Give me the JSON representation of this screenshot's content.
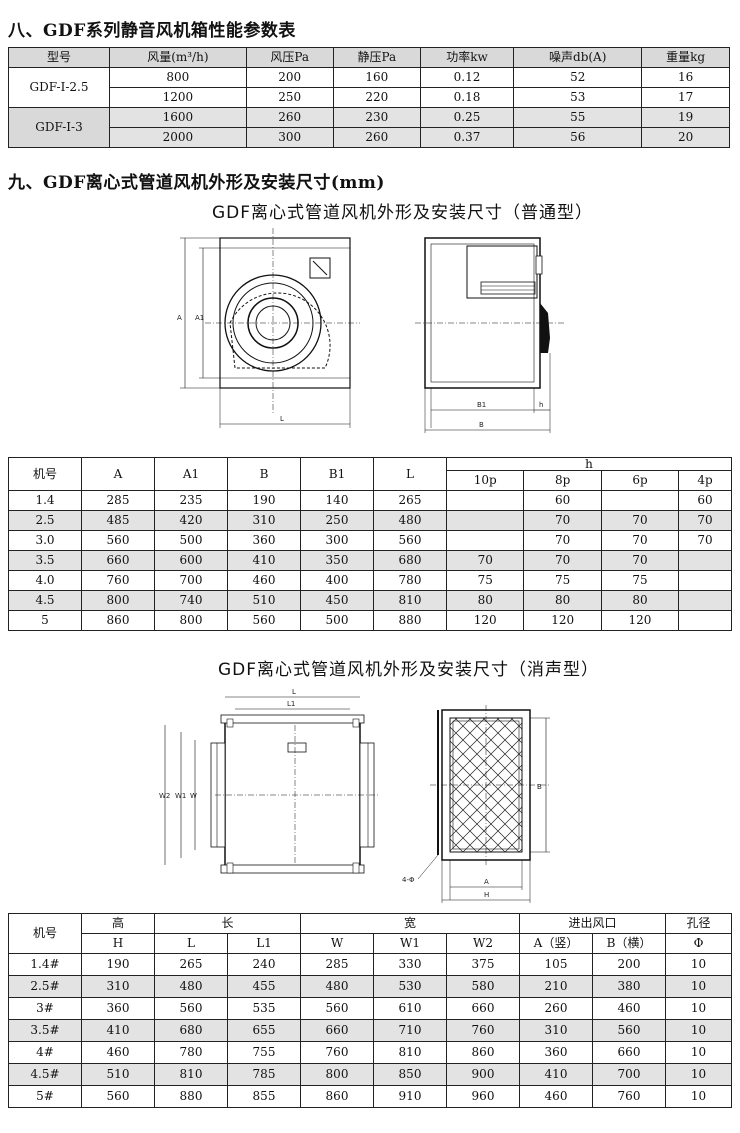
{
  "section8": {
    "title": "八、GDF系列静音风机箱性能参数表",
    "headers": [
      "型号",
      "风量(m³/h)",
      "风压Pa",
      "静压Pa",
      "功率kw",
      "噪声db(A)",
      "重量kg"
    ],
    "groups": [
      {
        "model": "GDF-I-2.5",
        "rows": [
          [
            "800",
            "200",
            "160",
            "0.12",
            "52",
            "16"
          ],
          [
            "1200",
            "250",
            "220",
            "0.18",
            "53",
            "17"
          ]
        ]
      },
      {
        "model": "GDF-I-3",
        "rows": [
          [
            "1600",
            "260",
            "230",
            "0.25",
            "55",
            "19"
          ],
          [
            "2000",
            "300",
            "260",
            "0.37",
            "56",
            "20"
          ]
        ]
      }
    ]
  },
  "section9": {
    "title": "九、GDF离心式管道风机外形及安装尺寸(mm)",
    "caption_normal": "GDF离心式管道风机外形及安装尺寸（普通型）",
    "caption_silent": "GDF离心式管道风机外形及安装尺寸（消声型）",
    "diagram_normal_labels": {
      "a": "A",
      "a1": "A1",
      "l": "L",
      "b1": "B1",
      "b": "B",
      "h": "h"
    },
    "diagram_silent_labels": {
      "l": "L",
      "l1": "L1",
      "w2": "W2",
      "w1": "W1",
      "w": "W",
      "h": "H",
      "a": "A",
      "b": "B",
      "hole": "4-Φ"
    },
    "table_normal": {
      "headers": [
        "机号",
        "A",
        "A1",
        "B",
        "B1",
        "L",
        "h"
      ],
      "h_sub": [
        "10p",
        "8p",
        "6p",
        "4p"
      ],
      "rows": [
        [
          "1.4",
          "285",
          "235",
          "190",
          "140",
          "265",
          "",
          "60",
          "",
          "60"
        ],
        [
          "2.5",
          "485",
          "420",
          "310",
          "250",
          "480",
          "",
          "70",
          "70",
          "70"
        ],
        [
          "3.0",
          "560",
          "500",
          "360",
          "300",
          "560",
          "",
          "70",
          "70",
          "70"
        ],
        [
          "3.5",
          "660",
          "600",
          "410",
          "350",
          "680",
          "70",
          "70",
          "70",
          ""
        ],
        [
          "4.0",
          "760",
          "700",
          "460",
          "400",
          "780",
          "75",
          "75",
          "75",
          ""
        ],
        [
          "4.5",
          "800",
          "740",
          "510",
          "450",
          "810",
          "80",
          "80",
          "80",
          ""
        ],
        [
          "5",
          "860",
          "800",
          "560",
          "500",
          "880",
          "120",
          "120",
          "120",
          ""
        ]
      ]
    },
    "table_silent": {
      "top": [
        "机号",
        "高",
        "长",
        "宽",
        "进出风口",
        "孔径"
      ],
      "sub": [
        "H",
        "L",
        "L1",
        "W",
        "W1",
        "W2",
        "A（竖）",
        "B（横）",
        "Φ"
      ],
      "rows": [
        [
          "1.4#",
          "190",
          "265",
          "240",
          "285",
          "330",
          "375",
          "105",
          "200",
          "10"
        ],
        [
          "2.5#",
          "310",
          "480",
          "455",
          "480",
          "530",
          "580",
          "210",
          "380",
          "10"
        ],
        [
          "3#",
          "360",
          "560",
          "535",
          "560",
          "610",
          "660",
          "260",
          "460",
          "10"
        ],
        [
          "3.5#",
          "410",
          "680",
          "655",
          "660",
          "710",
          "760",
          "310",
          "560",
          "10"
        ],
        [
          "4#",
          "460",
          "780",
          "755",
          "760",
          "810",
          "860",
          "360",
          "660",
          "10"
        ],
        [
          "4.5#",
          "510",
          "810",
          "785",
          "800",
          "850",
          "900",
          "410",
          "700",
          "10"
        ],
        [
          "5#",
          "560",
          "880",
          "855",
          "860",
          "910",
          "960",
          "460",
          "760",
          "10"
        ]
      ]
    }
  }
}
